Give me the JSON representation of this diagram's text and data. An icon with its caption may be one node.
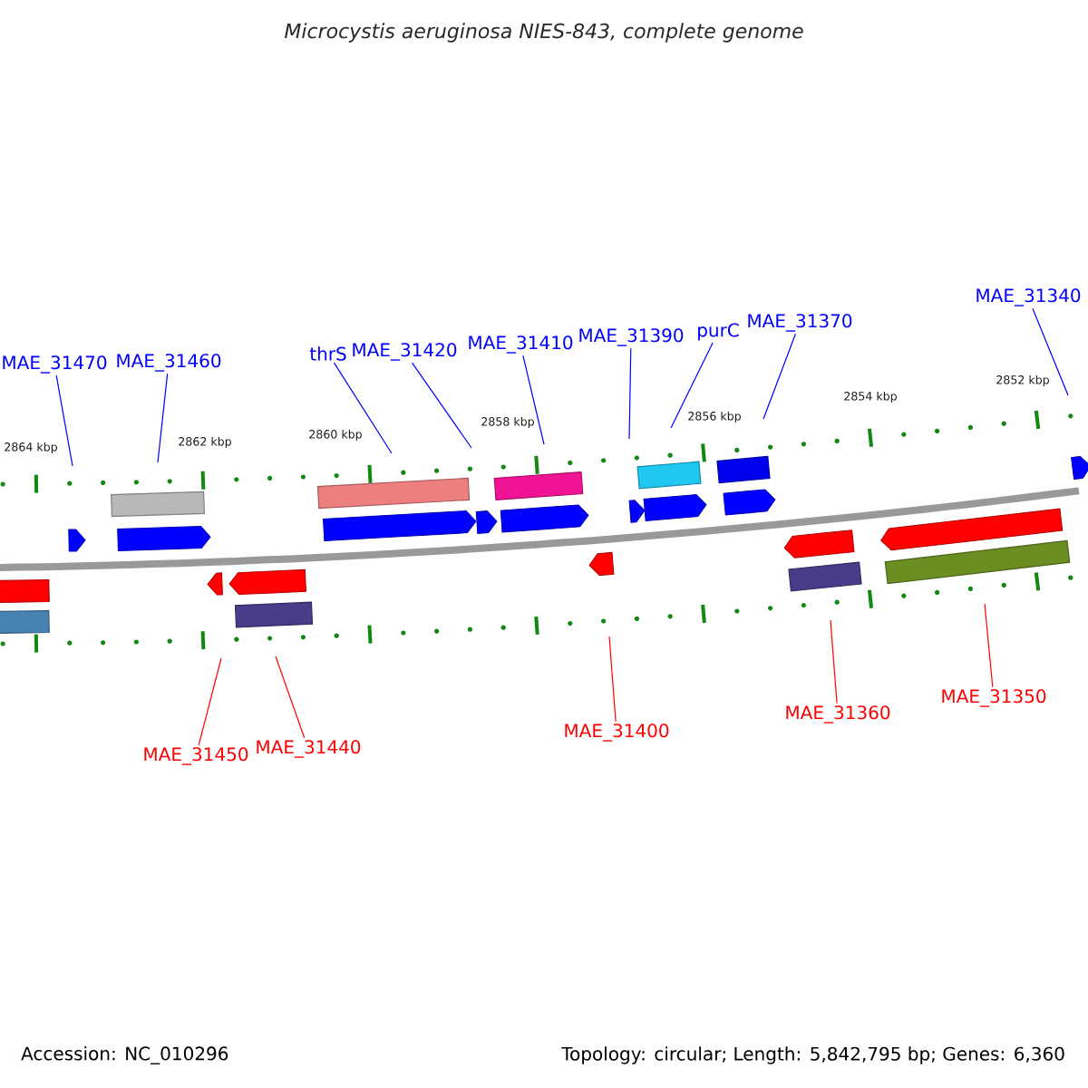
{
  "diagram": {
    "title": "*Microcystis aeruginosa* NIES-843, complete genome",
    "nodes": [
      {
        "text": [
          "MAE_31470"
        ]
      },
      {
        "text": [
          "MAE_31460"
        ]
      },
      {
        "text": [
          "thrS"
        ]
      },
      {
        "text": [
          "MAE_31420"
        ]
      },
      {
        "text": [
          "MAE_31410"
        ]
      },
      {
        "text": [
          "MAE_31390"
        ]
      },
      {
        "text": [
          "purC"
        ]
      },
      {
        "text": [
          "MAE_31370"
        ]
      },
      {
        "text": [
          "MAE_31340"
        ]
      },
      {
        "text": [
          "MAE_31450"
        ]
      },
      {
        "text": [
          "MAE_31440"
        ]
      },
      {
        "text": [
          "MAE_31400"
        ]
      },
      {
        "text": [
          "MAE_31360"
        ]
      },
      {
        "text": [
          "MAE_31350"
        ]
      }
    ],
    "edges": [
      {
        "from": 0,
        "to": null,
        "arrow": "none"
      },
      {
        "from": 1,
        "to": null,
        "arrow": "none"
      },
      {
        "from": 2,
        "to": null,
        "arrow": "none"
      },
      {
        "from": 3,
        "to": null,
        "arrow": "none"
      },
      {
        "from": 4,
        "to": null,
        "arrow": "none"
      },
      {
        "from": 5,
        "to": null,
        "arrow": "none"
      },
      {
        "from": 6,
        "to": null,
        "arrow": "none"
      },
      {
        "from": 7,
        "to": null,
        "arrow": "none"
      },
      {
        "from": 8,
        "to": null,
        "arrow": "none"
      },
      {
        "from": 9,
        "to": null,
        "arrow": "none",
        "color": "#ff0000"
      },
      {
        "from": 10,
        "to": null,
        "arrow": "none",
        "color": "#ff0000"
      },
      {
        "from": 11,
        "to": null,
        "arrow": "none",
        "color": "#ff0000"
      },
      {
        "from": 12,
        "to": null,
        "arrow": "none",
        "color": "#ff0000"
      },
      {
        "from": 13,
        "to": null,
        "arrow": "none",
        "color": "#ff0000"
      }
    ],
    "labels": [
      "2852 kbp",
      "2854 kbp",
      "2856 kbp",
      "2858 kbp",
      "2860 kbp",
      "2862 kbp",
      "2864 kbp",
      "Accession: NC_010296",
      "Topology: circular; Length: 5,842,795 bp; Genes: 6,360"
    ]
  }
}
